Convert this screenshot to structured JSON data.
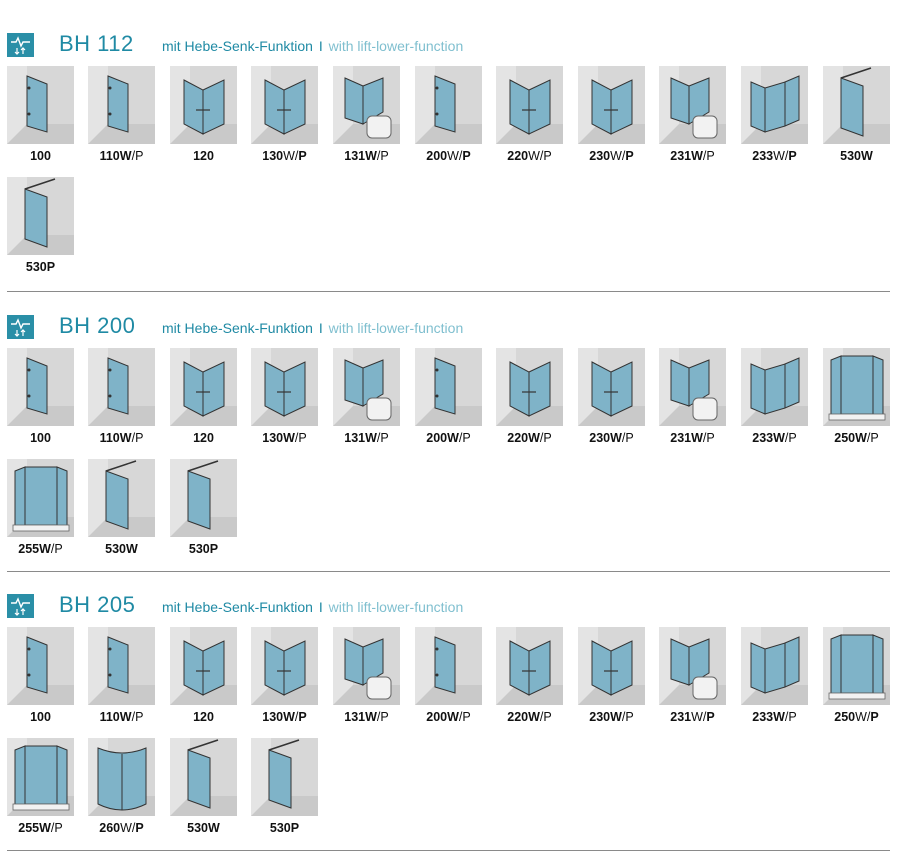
{
  "sections": [
    {
      "series": "BH 112",
      "subtitle_de": "mit Hebe-Senk-Funktion",
      "separator": "I",
      "subtitle_en": "with lift-lower-function",
      "items": [
        {
          "num": "100",
          "w": "",
          "sep": "",
          "p": "",
          "w_bold": false,
          "p_bold": false,
          "shape": "door"
        },
        {
          "num": "110",
          "w": "W",
          "sep": "/",
          "p": "P",
          "w_bold": true,
          "p_bold": false,
          "shape": "door"
        },
        {
          "num": "120",
          "w": "",
          "sep": "",
          "p": "",
          "w_bold": false,
          "p_bold": false,
          "shape": "corner"
        },
        {
          "num": "130",
          "w": "W",
          "sep": "/",
          "p": "P",
          "w_bold": false,
          "p_bold": true,
          "shape": "corner"
        },
        {
          "num": "131",
          "w": "W",
          "sep": "/",
          "p": "P",
          "w_bold": true,
          "p_bold": false,
          "shape": "tub"
        },
        {
          "num": "200",
          "w": "W",
          "sep": "/",
          "p": "P",
          "w_bold": false,
          "p_bold": true,
          "shape": "door"
        },
        {
          "num": "220",
          "w": "W",
          "sep": "/",
          "p": "P",
          "w_bold": false,
          "p_bold": false,
          "shape": "corner"
        },
        {
          "num": "230",
          "w": "W",
          "sep": "/",
          "p": "P",
          "w_bold": false,
          "p_bold": true,
          "shape": "corner"
        },
        {
          "num": "231",
          "w": "W",
          "sep": "/",
          "p": "P",
          "w_bold": true,
          "p_bold": false,
          "shape": "tub"
        },
        {
          "num": "233",
          "w": "W",
          "sep": "/",
          "p": "P",
          "w_bold": false,
          "p_bold": true,
          "shape": "u"
        },
        {
          "num": "530",
          "w": "W",
          "sep": "",
          "p": "",
          "w_bold": true,
          "p_bold": false,
          "shape": "panel"
        },
        {
          "num": "530",
          "w": "",
          "sep": "",
          "p": "P",
          "w_bold": false,
          "p_bold": true,
          "shape": "panel"
        }
      ]
    },
    {
      "series": "BH 200",
      "subtitle_de": "mit Hebe-Senk-Funktion",
      "separator": "I",
      "subtitle_en": "with lift-lower-function",
      "items": [
        {
          "num": "100",
          "w": "",
          "sep": "",
          "p": "",
          "w_bold": false,
          "p_bold": false,
          "shape": "door"
        },
        {
          "num": "110",
          "w": "W",
          "sep": "/",
          "p": "P",
          "w_bold": true,
          "p_bold": false,
          "shape": "door"
        },
        {
          "num": "120",
          "w": "",
          "sep": "",
          "p": "",
          "w_bold": false,
          "p_bold": false,
          "shape": "corner"
        },
        {
          "num": "130",
          "w": "W",
          "sep": "/",
          "p": "P",
          "w_bold": true,
          "p_bold": false,
          "shape": "corner"
        },
        {
          "num": "131",
          "w": "W",
          "sep": "/",
          "p": "P",
          "w_bold": true,
          "p_bold": false,
          "shape": "tub"
        },
        {
          "num": "200",
          "w": "W",
          "sep": "/",
          "p": "P",
          "w_bold": true,
          "p_bold": false,
          "shape": "door"
        },
        {
          "num": "220",
          "w": "W",
          "sep": "/",
          "p": "P",
          "w_bold": true,
          "p_bold": false,
          "shape": "corner"
        },
        {
          "num": "230",
          "w": "W",
          "sep": "/",
          "p": "P",
          "w_bold": true,
          "p_bold": false,
          "shape": "corner"
        },
        {
          "num": "231",
          "w": "W",
          "sep": "/",
          "p": "P",
          "w_bold": true,
          "p_bold": false,
          "shape": "tub"
        },
        {
          "num": "233",
          "w": "W",
          "sep": "/",
          "p": "P",
          "w_bold": true,
          "p_bold": false,
          "shape": "u"
        },
        {
          "num": "250",
          "w": "W",
          "sep": "/",
          "p": "P",
          "w_bold": true,
          "p_bold": false,
          "shape": "penta"
        },
        {
          "num": "255",
          "w": "W",
          "sep": "/",
          "p": "P",
          "w_bold": true,
          "p_bold": false,
          "shape": "penta"
        },
        {
          "num": "530",
          "w": "W",
          "sep": "",
          "p": "",
          "w_bold": true,
          "p_bold": false,
          "shape": "panel"
        },
        {
          "num": "530",
          "w": "",
          "sep": "",
          "p": "P",
          "w_bold": false,
          "p_bold": true,
          "shape": "panel"
        }
      ]
    },
    {
      "series": "BH 205",
      "subtitle_de": "mit Hebe-Senk-Funktion",
      "separator": "I",
      "subtitle_en": "with lift-lower-function",
      "items": [
        {
          "num": "100",
          "w": "",
          "sep": "",
          "p": "",
          "w_bold": false,
          "p_bold": false,
          "shape": "door"
        },
        {
          "num": "110",
          "w": "W",
          "sep": "/",
          "p": "P",
          "w_bold": true,
          "p_bold": false,
          "shape": "door"
        },
        {
          "num": "120",
          "w": "",
          "sep": "",
          "p": "",
          "w_bold": false,
          "p_bold": false,
          "shape": "corner"
        },
        {
          "num": "130",
          "w": "W",
          "sep": "/",
          "p": "P",
          "w_bold": true,
          "p_bold": true,
          "shape": "corner"
        },
        {
          "num": "131",
          "w": "W",
          "sep": "/",
          "p": "P",
          "w_bold": true,
          "p_bold": false,
          "shape": "tub"
        },
        {
          "num": "200",
          "w": "W",
          "sep": "/",
          "p": "P",
          "w_bold": true,
          "p_bold": false,
          "shape": "door"
        },
        {
          "num": "220",
          "w": "W",
          "sep": "/",
          "p": "P",
          "w_bold": true,
          "p_bold": false,
          "shape": "corner"
        },
        {
          "num": "230",
          "w": "W",
          "sep": "/",
          "p": "P",
          "w_bold": true,
          "p_bold": false,
          "shape": "corner"
        },
        {
          "num": "231",
          "w": "W",
          "sep": "/",
          "p": "P",
          "w_bold": false,
          "p_bold": true,
          "shape": "tub"
        },
        {
          "num": "233",
          "w": "W",
          "sep": "/",
          "p": "P",
          "w_bold": true,
          "p_bold": false,
          "shape": "u"
        },
        {
          "num": "250",
          "w": "W",
          "sep": "/",
          "p": "P",
          "w_bold": false,
          "p_bold": true,
          "shape": "penta"
        },
        {
          "num": "255",
          "w": "W",
          "sep": "/",
          "p": "P",
          "w_bold": true,
          "p_bold": false,
          "shape": "penta"
        },
        {
          "num": "260",
          "w": "W",
          "sep": "/",
          "p": "P",
          "w_bold": false,
          "p_bold": true,
          "shape": "round"
        },
        {
          "num": "530",
          "w": "W",
          "sep": "",
          "p": "",
          "w_bold": true,
          "p_bold": false,
          "shape": "panel"
        },
        {
          "num": "530",
          "w": "",
          "sep": "",
          "p": "P",
          "w_bold": false,
          "p_bold": true,
          "shape": "panel"
        }
      ]
    }
  ],
  "colors": {
    "accent": "#1f8aa4",
    "accent_light": "#7fbfcf",
    "glass": "#7fb3c8",
    "wall": "#d7d7d7",
    "rule": "#8a8a8a"
  }
}
